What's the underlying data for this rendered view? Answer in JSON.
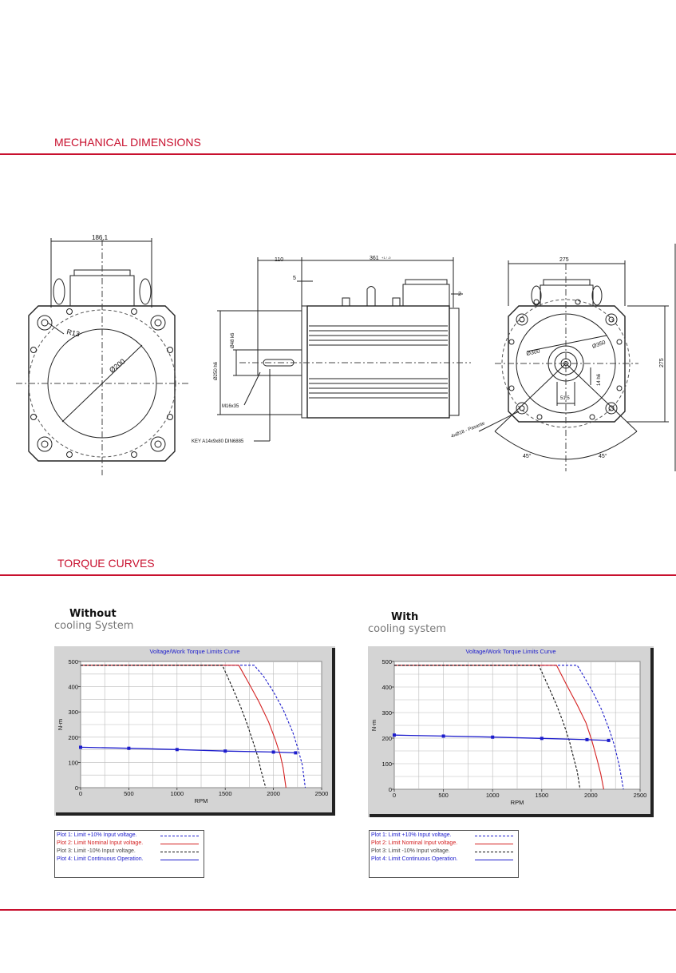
{
  "sections": {
    "mechanical": "MECHANICAL DIMENSIONS",
    "torque": "TORQUE CURVES"
  },
  "drawing": {
    "front": {
      "width_dim": "186,1",
      "radius": "R13",
      "diameter": "Ø200"
    },
    "side": {
      "dim_110": "110",
      "dim_361": "361",
      "dim_361_tol": "+1 / -0",
      "dim_5": "5",
      "dim_2": "2",
      "shaft": "Ø48 k6",
      "spigot": "Ø250 h6",
      "thread": "M16x35",
      "key": "KEY A14x9x80 DIN6885"
    },
    "rear": {
      "width_dim": "275",
      "height_dim": "275",
      "d300": "Ø300",
      "d350": "Ø350",
      "d14": "14 h6",
      "d51": "51,5",
      "holes": "4xØ18 - Pasante",
      "angle_left": "45°",
      "angle_right": "45°"
    }
  },
  "charts": [
    {
      "caption_bold": "Without",
      "caption_sub": "cooling System",
      "chart_data": {
        "type": "line",
        "title": "Voltage/Work Torque Limits Curve",
        "xlabel": "RPM",
        "ylabel": "N-m",
        "xlim": [
          0,
          2500
        ],
        "ylim": [
          0,
          500
        ],
        "xticks": [
          "0",
          "500",
          "1000",
          "1500",
          "2000",
          "2500"
        ],
        "yticks": [
          "0",
          "100",
          "200",
          "300",
          "400",
          "500"
        ],
        "grid": true,
        "series": [
          {
            "name": "Plot 1: Limit +10% Input voltage.",
            "color": "#1c1ccc",
            "style": "dash",
            "x": [
              0,
              1800,
              1900,
              2000,
              2100,
              2200,
              2250,
              2300,
              2330
            ],
            "y": [
              485,
              485,
              440,
              380,
              310,
              220,
              160,
              90,
              0
            ]
          },
          {
            "name": "Plot 2: Limit Nominal Input voltage.",
            "color": "#d42020",
            "style": "solid",
            "x": [
              0,
              1640,
              1750,
              1850,
              1950,
              2020,
              2070,
              2100,
              2130
            ],
            "y": [
              485,
              485,
              410,
              340,
              260,
              190,
              130,
              80,
              0
            ]
          },
          {
            "name": "Plot 3: Limit -10% Input voltage.",
            "color": "#111111",
            "style": "dash",
            "x": [
              0,
              1470,
              1570,
              1650,
              1720,
              1790,
              1840,
              1870,
              1920
            ],
            "y": [
              485,
              485,
              400,
              330,
              260,
              180,
              120,
              70,
              0
            ]
          },
          {
            "name": "Plot 4: Limit Continuous Operation.",
            "color": "#1c1ccc",
            "style": "marker",
            "x": [
              0,
              500,
              1000,
              1500,
              2000,
              2230
            ],
            "y": [
              160,
              156,
              151,
              145,
              141,
              138
            ]
          }
        ]
      }
    },
    {
      "caption_bold": "With",
      "caption_sub": "cooling system",
      "chart_data": {
        "type": "line",
        "title": "Voltage/Work Torque Limits Curve",
        "xlabel": "RPM",
        "ylabel": "N-m",
        "xlim": [
          0,
          2500
        ],
        "ylim": [
          0,
          500
        ],
        "xticks": [
          "0",
          "500",
          "1000",
          "1500",
          "2000",
          "2500"
        ],
        "yticks": [
          "0",
          "100",
          "200",
          "300",
          "400",
          "500"
        ],
        "grid": true,
        "series": [
          {
            "name": "Plot 1: Limit +10% Input voltage.",
            "color": "#1c1ccc",
            "style": "dash",
            "x": [
              0,
              1860,
              1930,
              2020,
              2110,
              2190,
              2240,
              2290,
              2330
            ],
            "y": [
              485,
              485,
              440,
              380,
              310,
              230,
              170,
              90,
              0
            ]
          },
          {
            "name": "Plot 2: Limit Nominal Input voltage.",
            "color": "#d42020",
            "style": "solid",
            "x": [
              0,
              1650,
              1750,
              1860,
              1950,
              2010,
              2060,
              2100,
              2130
            ],
            "y": [
              485,
              485,
              410,
              330,
              260,
              190,
              120,
              60,
              0
            ]
          },
          {
            "name": "Plot 3: Limit -10% Input voltage.",
            "color": "#111111",
            "style": "dash",
            "x": [
              0,
              1470,
              1570,
              1650,
              1720,
              1780,
              1820,
              1860,
              1890
            ],
            "y": [
              485,
              485,
              400,
              330,
              260,
              190,
              130,
              70,
              0
            ]
          },
          {
            "name": "Plot 4: Limit Continuous Operation.",
            "color": "#1c1ccc",
            "style": "marker",
            "x": [
              0,
              500,
              1000,
              1500,
              1960,
              2180
            ],
            "y": [
              212,
              208,
              204,
              199,
              194,
              191
            ]
          }
        ]
      }
    }
  ]
}
